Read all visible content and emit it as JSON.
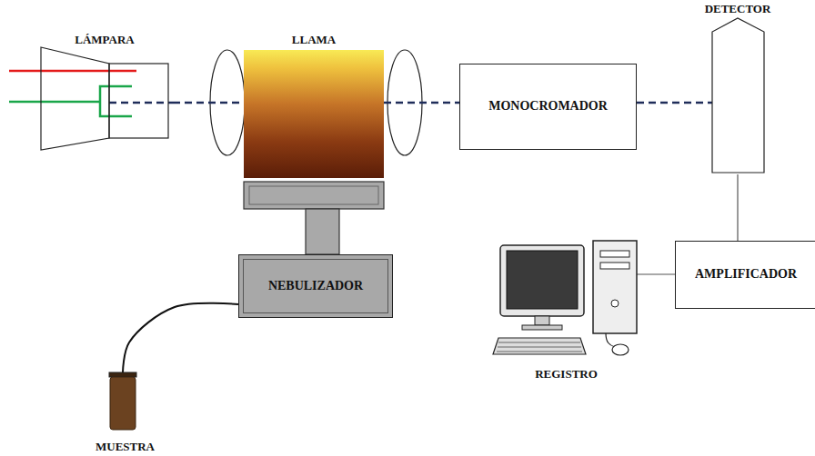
{
  "diagram": {
    "nodes": [
      {
        "text": [
          "LÁMPARA"
        ]
      },
      {
        "text": [
          "LLAMA"
        ]
      },
      {
        "text": [
          "DETECTOR"
        ]
      },
      {
        "text": [
          "MONOCROMADOR"
        ]
      },
      {
        "text": [
          "NEBULIZADOR"
        ]
      },
      {
        "text": [
          "AMPLIFICADOR"
        ]
      },
      {
        "text": [
          "REGISTRO"
        ]
      },
      {
        "text": [
          "MUESTRA"
        ]
      }
    ],
    "edges": [
      {
        "from": 0,
        "to": 1,
        "arrow": "none"
      },
      {
        "from": 1,
        "to": 3,
        "arrow": "none"
      },
      {
        "from": 3,
        "to": 2,
        "arrow": "none"
      },
      {
        "from": 2,
        "to": 5,
        "arrow": "none"
      },
      {
        "from": 5,
        "to": 6,
        "arrow": "none"
      },
      {
        "from": 7,
        "to": 4,
        "arrow": "none"
      }
    ]
  }
}
